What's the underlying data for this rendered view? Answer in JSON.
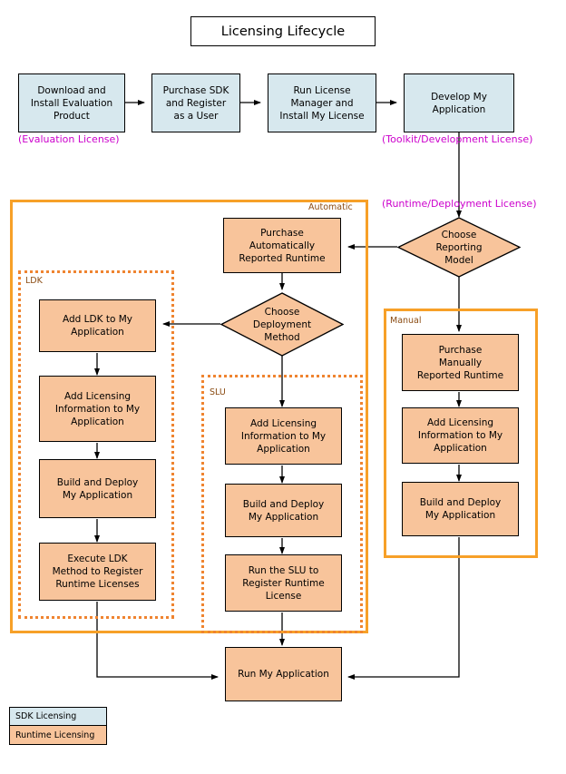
{
  "diagram": {
    "title": "Licensing Lifecycle",
    "colors": {
      "sdk_fill": "#d7e8ee",
      "runtime_fill": "#f8c49b",
      "container_solid_border": "#f7a028",
      "container_dotted_border": "#ef8430",
      "container_label": "#8a4b12",
      "license_annotation": "#cc00cc",
      "connector": "#000000"
    }
  },
  "sdk_flow": {
    "nodes": [
      {
        "id": "download-install",
        "label": "Download and\nInstall Evaluation\nProduct"
      },
      {
        "id": "purchase-sdk",
        "label": "Purchase SDK\nand Register\nas a User"
      },
      {
        "id": "run-license-manager",
        "label": "Run License\nManager and\nInstall My License"
      },
      {
        "id": "develop-app",
        "label": "Develop My\nApplication"
      }
    ]
  },
  "license_annotations": [
    {
      "id": "evaluation",
      "label": "(Evaluation License)"
    },
    {
      "id": "toolkit-development",
      "label": "(Toolkit/Development License)"
    },
    {
      "id": "runtime-deployment",
      "label": "(Runtime/Deployment License)"
    }
  ],
  "decisions": [
    {
      "id": "choose-reporting-model",
      "label": "Choose\nReporting\nModel"
    },
    {
      "id": "choose-deployment-method",
      "label": "Choose\nDeployment\nMethod"
    }
  ],
  "containers": [
    {
      "id": "automatic",
      "label": "Automatic",
      "style": "solid"
    },
    {
      "id": "ldk",
      "label": "LDK",
      "style": "dotted"
    },
    {
      "id": "slu",
      "label": "SLU",
      "style": "dotted"
    },
    {
      "id": "manual",
      "label": "Manual",
      "style": "solid"
    }
  ],
  "automatic_branch": {
    "purchase": {
      "id": "purchase-auto-runtime",
      "label": "Purchase\nAutomatically\nReported Runtime"
    }
  },
  "ldk_branch": {
    "nodes": [
      {
        "id": "add-ldk",
        "label": "Add LDK to My\nApplication"
      },
      {
        "id": "ldk-add-licensing-info",
        "label": "Add Licensing\nInformation to My\nApplication"
      },
      {
        "id": "ldk-build-deploy",
        "label": "Build and Deploy\nMy Application"
      },
      {
        "id": "ldk-execute-method",
        "label": "Execute LDK\nMethod to Register\nRuntime Licenses"
      }
    ]
  },
  "slu_branch": {
    "nodes": [
      {
        "id": "slu-add-licensing-info",
        "label": "Add Licensing\nInformation to My\nApplication"
      },
      {
        "id": "slu-build-deploy",
        "label": "Build and Deploy\nMy Application"
      },
      {
        "id": "slu-run-register",
        "label": "Run the SLU to\nRegister Runtime\nLicense"
      }
    ]
  },
  "manual_branch": {
    "nodes": [
      {
        "id": "purchase-manual-runtime",
        "label": "Purchase\nManually\nReported Runtime"
      },
      {
        "id": "manual-add-licensing-info",
        "label": "Add Licensing\nInformation to My\nApplication"
      },
      {
        "id": "manual-build-deploy",
        "label": "Build and Deploy\nMy Application"
      }
    ]
  },
  "final": {
    "node": {
      "id": "run-my-application",
      "label": "Run My Application"
    }
  },
  "legend": {
    "rows": [
      {
        "id": "sdk-licensing",
        "label": "SDK Licensing"
      },
      {
        "id": "runtime-licensing",
        "label": "Runtime Licensing"
      }
    ]
  }
}
